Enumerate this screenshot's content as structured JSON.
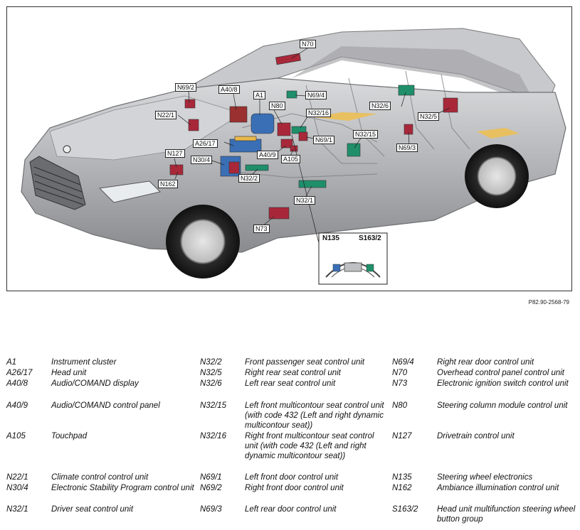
{
  "figure": {
    "labels": {
      "N70": "N70",
      "N69_2": "N69/2",
      "A40_8": "A40/8",
      "A1": "A1",
      "N69_4": "N69/4",
      "N80": "N80",
      "N32_16": "N32/16",
      "N32_6": "N32/6",
      "N22_1": "N22/1",
      "N32_5": "N32/5",
      "N69_1": "N69/1",
      "N32_15": "N32/15",
      "A26_17": "A26/17",
      "A40_9": "A40/9",
      "A105": "A105",
      "N69_3": "N69/3",
      "N127": "N127",
      "N30_4": "N30/4",
      "N32_2": "N32/2",
      "N162": "N162",
      "N32_1": "N32/1",
      "N73": "N73"
    },
    "inset": {
      "left_label": "N135",
      "right_label": "S163/2"
    },
    "reference_code": "P82.90-2568-79"
  },
  "legend": {
    "col1": [
      {
        "code": "A1",
        "desc": "Instrument cluster"
      },
      {
        "code": "A26/17",
        "desc": "Head unit"
      },
      {
        "code": "A40/8",
        "desc": "Audio/COMAND display"
      },
      {
        "code": "A40/9",
        "desc": "Audio/COMAND control panel"
      },
      {
        "code": "A105",
        "desc": "Touchpad"
      },
      {
        "code": "N22/1",
        "desc": "Climate control control unit"
      },
      {
        "code": "N30/4",
        "desc": "Electronic Stability Program control unit"
      },
      {
        "code": "N32/1",
        "desc": "Driver seat control unit"
      }
    ],
    "col2": [
      {
        "code": "N32/2",
        "desc": "Front passenger seat control unit"
      },
      {
        "code": "N32/5",
        "desc": "Right rear seat control unit"
      },
      {
        "code": "N32/6",
        "desc": "Left rear seat control unit"
      },
      {
        "code": "N32/15",
        "desc": "Left front multicontour seat control unit (with code 432 (Left and right dynamic multicontour seat))"
      },
      {
        "code": "N32/16",
        "desc": "Right front multicontour seat control unit (with code 432 (Left and right dynamic multicontour seat))"
      },
      {
        "code": "N69/1",
        "desc": "Left front door control unit"
      },
      {
        "code": "N69/2",
        "desc": "Right front door control unit"
      },
      {
        "code": "N69/3",
        "desc": "Left rear door control unit"
      }
    ],
    "col3": [
      {
        "code": "N69/4",
        "desc": "Right rear door control unit"
      },
      {
        "code": "N70",
        "desc": "Overhead control panel control unit"
      },
      {
        "code": "N73",
        "desc": "Electronic ignition switch control unit"
      },
      {
        "code": "N80",
        "desc": "Steering column module control unit"
      },
      {
        "code": "N127",
        "desc": "Drivetrain control unit"
      },
      {
        "code": "N135",
        "desc": "Steering wheel electronics"
      },
      {
        "code": "N162",
        "desc": "Ambiance illumination control unit"
      },
      {
        "code": "S163/2",
        "desc": "Head unit multifunction steering wheel button group"
      }
    ]
  },
  "colors": {
    "car_body": "#b9babd",
    "component_red": "#a8283a",
    "component_green": "#1f8f6a",
    "component_blue": "#3a6fb5",
    "component_yellow": "#e8b84a"
  }
}
